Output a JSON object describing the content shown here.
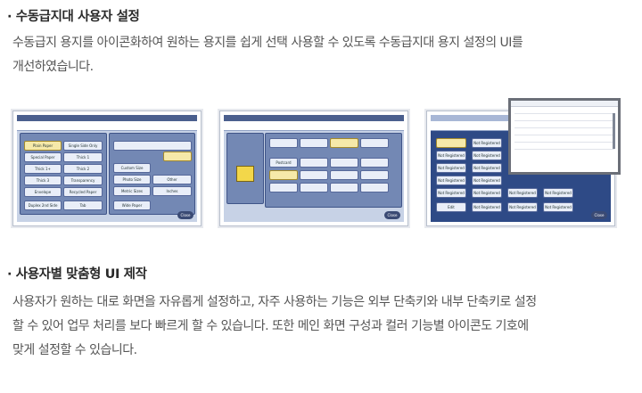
{
  "section1": {
    "title": "· 수동급지대 사용자 설정",
    "line1": "수동급지 용지를 아이콘화하여 원하는 용지를 쉽게 선택 사용할 수 있도록 수동급지대 용지 설정의 UI를",
    "line2": "개선하였습니다."
  },
  "screens": {
    "shot1": {
      "plain_paper": "Plain Paper",
      "single_side": "Single Side Only",
      "special_paper": "Special Paper",
      "thick1": "Thick 1",
      "thick1p": "Thick 1+",
      "thick2": "Thick 2",
      "thick3": "Thick 3",
      "transparency": "Transparency",
      "envelope": "Envelope",
      "recycled": "Recycled Paper",
      "duplex": "Duplex 2nd Side",
      "tab": "Tab",
      "custom_size": "Custom Size",
      "photo_size": "Photo Size",
      "other": "Other",
      "metric": "Metric Sizes",
      "inches": "Inches",
      "wide_paper": "Wide Paper",
      "close": "Close"
    },
    "shot2": {
      "postcard": "Postcard",
      "close": "Close"
    },
    "shot3": {
      "edit": "Edit",
      "not_registered": "Not Registered",
      "close": "Close"
    }
  },
  "section2": {
    "title": "· 사용자별 맞춤형 UI 제작",
    "line1": "사용자가 원하는 대로 화면을 자유롭게 설정하고, 자주 사용하는 기능은 외부 단축키와 내부 단축키로 설정",
    "line2": "할 수 있어 업무 처리를 보다 빠르게 할 수 있습니다. 또한 메인 화면 구성과 컬러 기능별 아이콘도 기호에",
    "line3": "맞게 설정할 수 있습니다."
  }
}
